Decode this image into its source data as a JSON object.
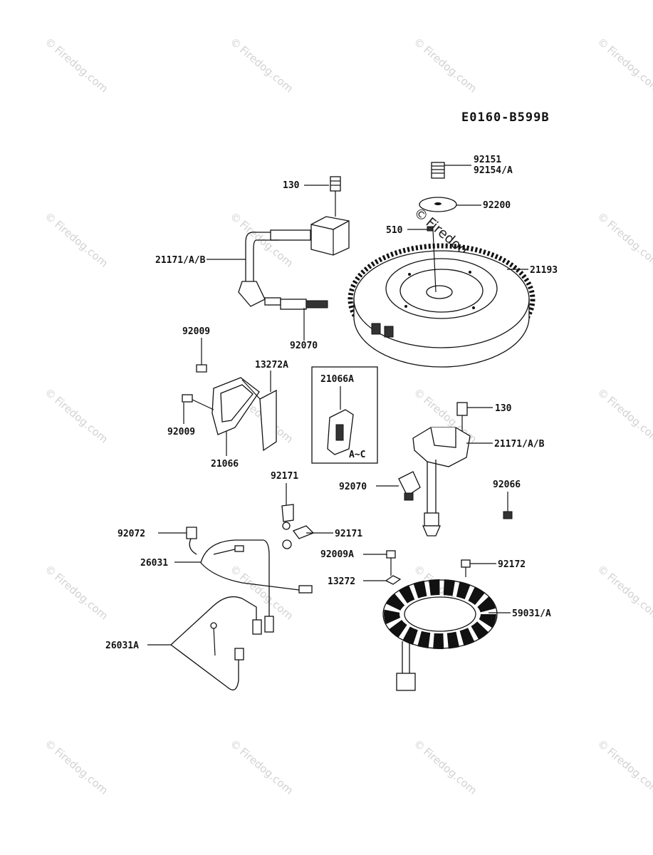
{
  "diagram_code": "E0160-B599B",
  "watermark": "Firedog.com",
  "watermark_symbol": "©",
  "labels": {
    "p92151": "92151",
    "p92154a": "92154/A",
    "p130_top": "130",
    "p92200": "92200",
    "p510": "510",
    "p21171_left": "21171/A/B",
    "p21193": "21193",
    "p92070_top": "92070",
    "p92009_top": "92009",
    "p13272a": "13272A",
    "p21066a": "21066A",
    "p_a_c": "A~C",
    "p92009_mid": "92009",
    "p21066": "21066",
    "p130_right": "130",
    "p21171_right": "21171/A/B",
    "p92171_top": "92171",
    "p92070_mid": "92070",
    "p92066": "92066",
    "p92072": "92072",
    "p92171_mid": "92171",
    "p26031": "26031",
    "p92009a": "92009A",
    "p92172": "92172",
    "p13272": "13272",
    "p59031a": "59031/A",
    "p26031a": "26031A"
  },
  "colors": {
    "ink": "#111111",
    "watermark": "#d2d2d2",
    "background": "#ffffff"
  }
}
